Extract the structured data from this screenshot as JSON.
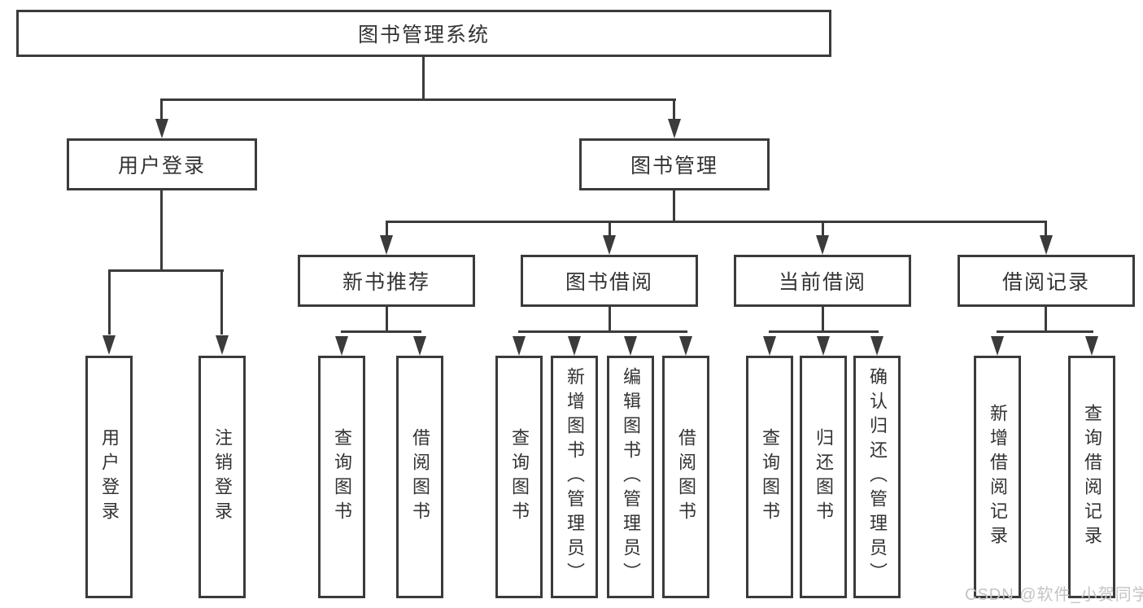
{
  "tree": {
    "root": {
      "label": "图书管理系统"
    },
    "children": [
      {
        "label": "用户登录",
        "children": [
          {
            "label": "用户登录"
          },
          {
            "label": "注销登录"
          }
        ]
      },
      {
        "label": "图书管理",
        "children": [
          {
            "label": "新书推荐",
            "children": [
              {
                "label": "查询图书"
              },
              {
                "label": "借阅图书"
              }
            ]
          },
          {
            "label": "图书借阅",
            "children": [
              {
                "label": "查询图书"
              },
              {
                "label": "新增图书（管理员）"
              },
              {
                "label": "编辑图书（管理员）"
              },
              {
                "label": "借阅图书"
              }
            ]
          },
          {
            "label": "当前借阅",
            "children": [
              {
                "label": "查询图书"
              },
              {
                "label": "归还图书"
              },
              {
                "label": "确认归还（管理员）"
              }
            ]
          },
          {
            "label": "借阅记录",
            "children": [
              {
                "label": "新增借阅记录"
              },
              {
                "label": "查询借阅记录"
              }
            ]
          }
        ]
      }
    ]
  },
  "watermark": {
    "text": "CSDN @软件_小贺同学"
  },
  "colors": {
    "line": "#3b3b3b",
    "text": "#333333",
    "background": "#ffffff",
    "watermark": "#c6c3c3"
  }
}
